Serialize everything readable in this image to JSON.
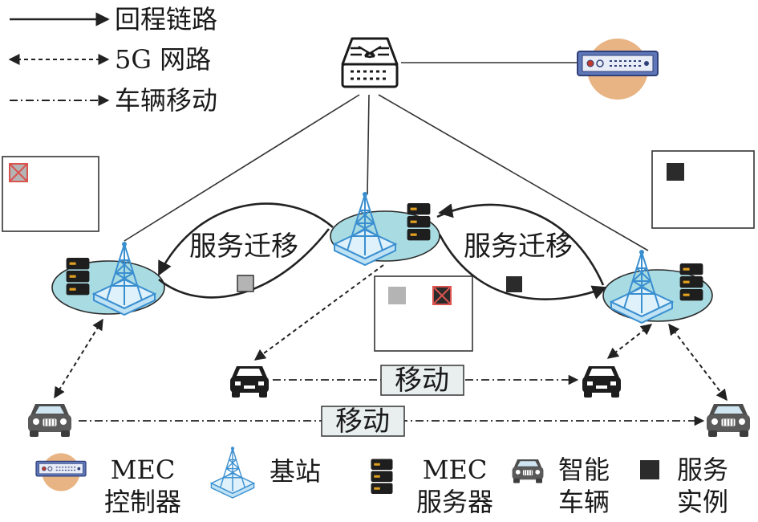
{
  "legend_top": {
    "backhaul": "回程链路",
    "network5g": "5G 网路",
    "vehicle_move": "车辆移动"
  },
  "labels": {
    "migrate_left": "服务迁移",
    "migrate_right": "服务迁移",
    "move_upper": "移动",
    "move_lower": "移动"
  },
  "legend_bottom": {
    "mec_controller_1": "MEC",
    "mec_controller_2": "控制器",
    "base_station": "基站",
    "mec_server_1": "MEC",
    "mec_server_2": "服务器",
    "smart_vehicle_1": "智能",
    "smart_vehicle_2": "车辆",
    "service_instance_1": "服务",
    "service_instance_2": "实例"
  },
  "colors": {
    "line": "#222222",
    "station_fill": "#a9dbe3",
    "tower": "#3a8fd0",
    "server": "#1e1e1e",
    "server_led": "#e0a020",
    "controller_fill": "#5f77b8",
    "controller_halo": "#e8b483",
    "instance_gray": "#b4b4b4",
    "instance_dark": "#2b2b2b",
    "cross_red": "#d9534f",
    "move_box": "#e9eeee"
  },
  "icons": [
    "switch-icon",
    "mec-controller-icon",
    "base-station-icon",
    "mec-server-icon",
    "vehicle-icon",
    "service-instance-icon"
  ]
}
